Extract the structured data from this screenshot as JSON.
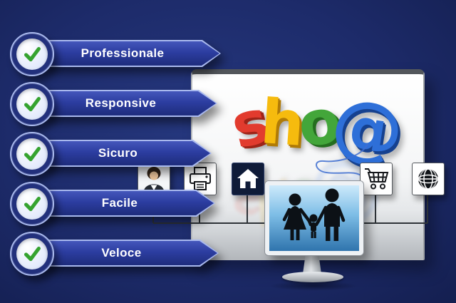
{
  "features": [
    {
      "label": "Professionale"
    },
    {
      "label": "Responsive"
    },
    {
      "label": "Sicuro"
    },
    {
      "label": "Facile"
    },
    {
      "label": "Veloce"
    }
  ],
  "shop": {
    "letters": [
      {
        "char": "s",
        "color": "#e23b2e"
      },
      {
        "char": "h",
        "color": "#f6bb0e"
      },
      {
        "char": "o",
        "color": "#43a63a"
      },
      {
        "char": "@",
        "color": "#2e6fd8"
      }
    ]
  },
  "icons": [
    "check-icon",
    "businesswoman-icon",
    "printer-icon",
    "home-icon",
    "family-icon",
    "cart-icon",
    "globe-icon"
  ],
  "colors": {
    "background": "#1d2b6a",
    "ribbon_fill": "#2c3da0",
    "ribbon_border": "#a9b9ee",
    "check_green": "#35a32f",
    "monitor_gray": "#e9ebec",
    "family_screen_blue": "#7dbde6"
  }
}
